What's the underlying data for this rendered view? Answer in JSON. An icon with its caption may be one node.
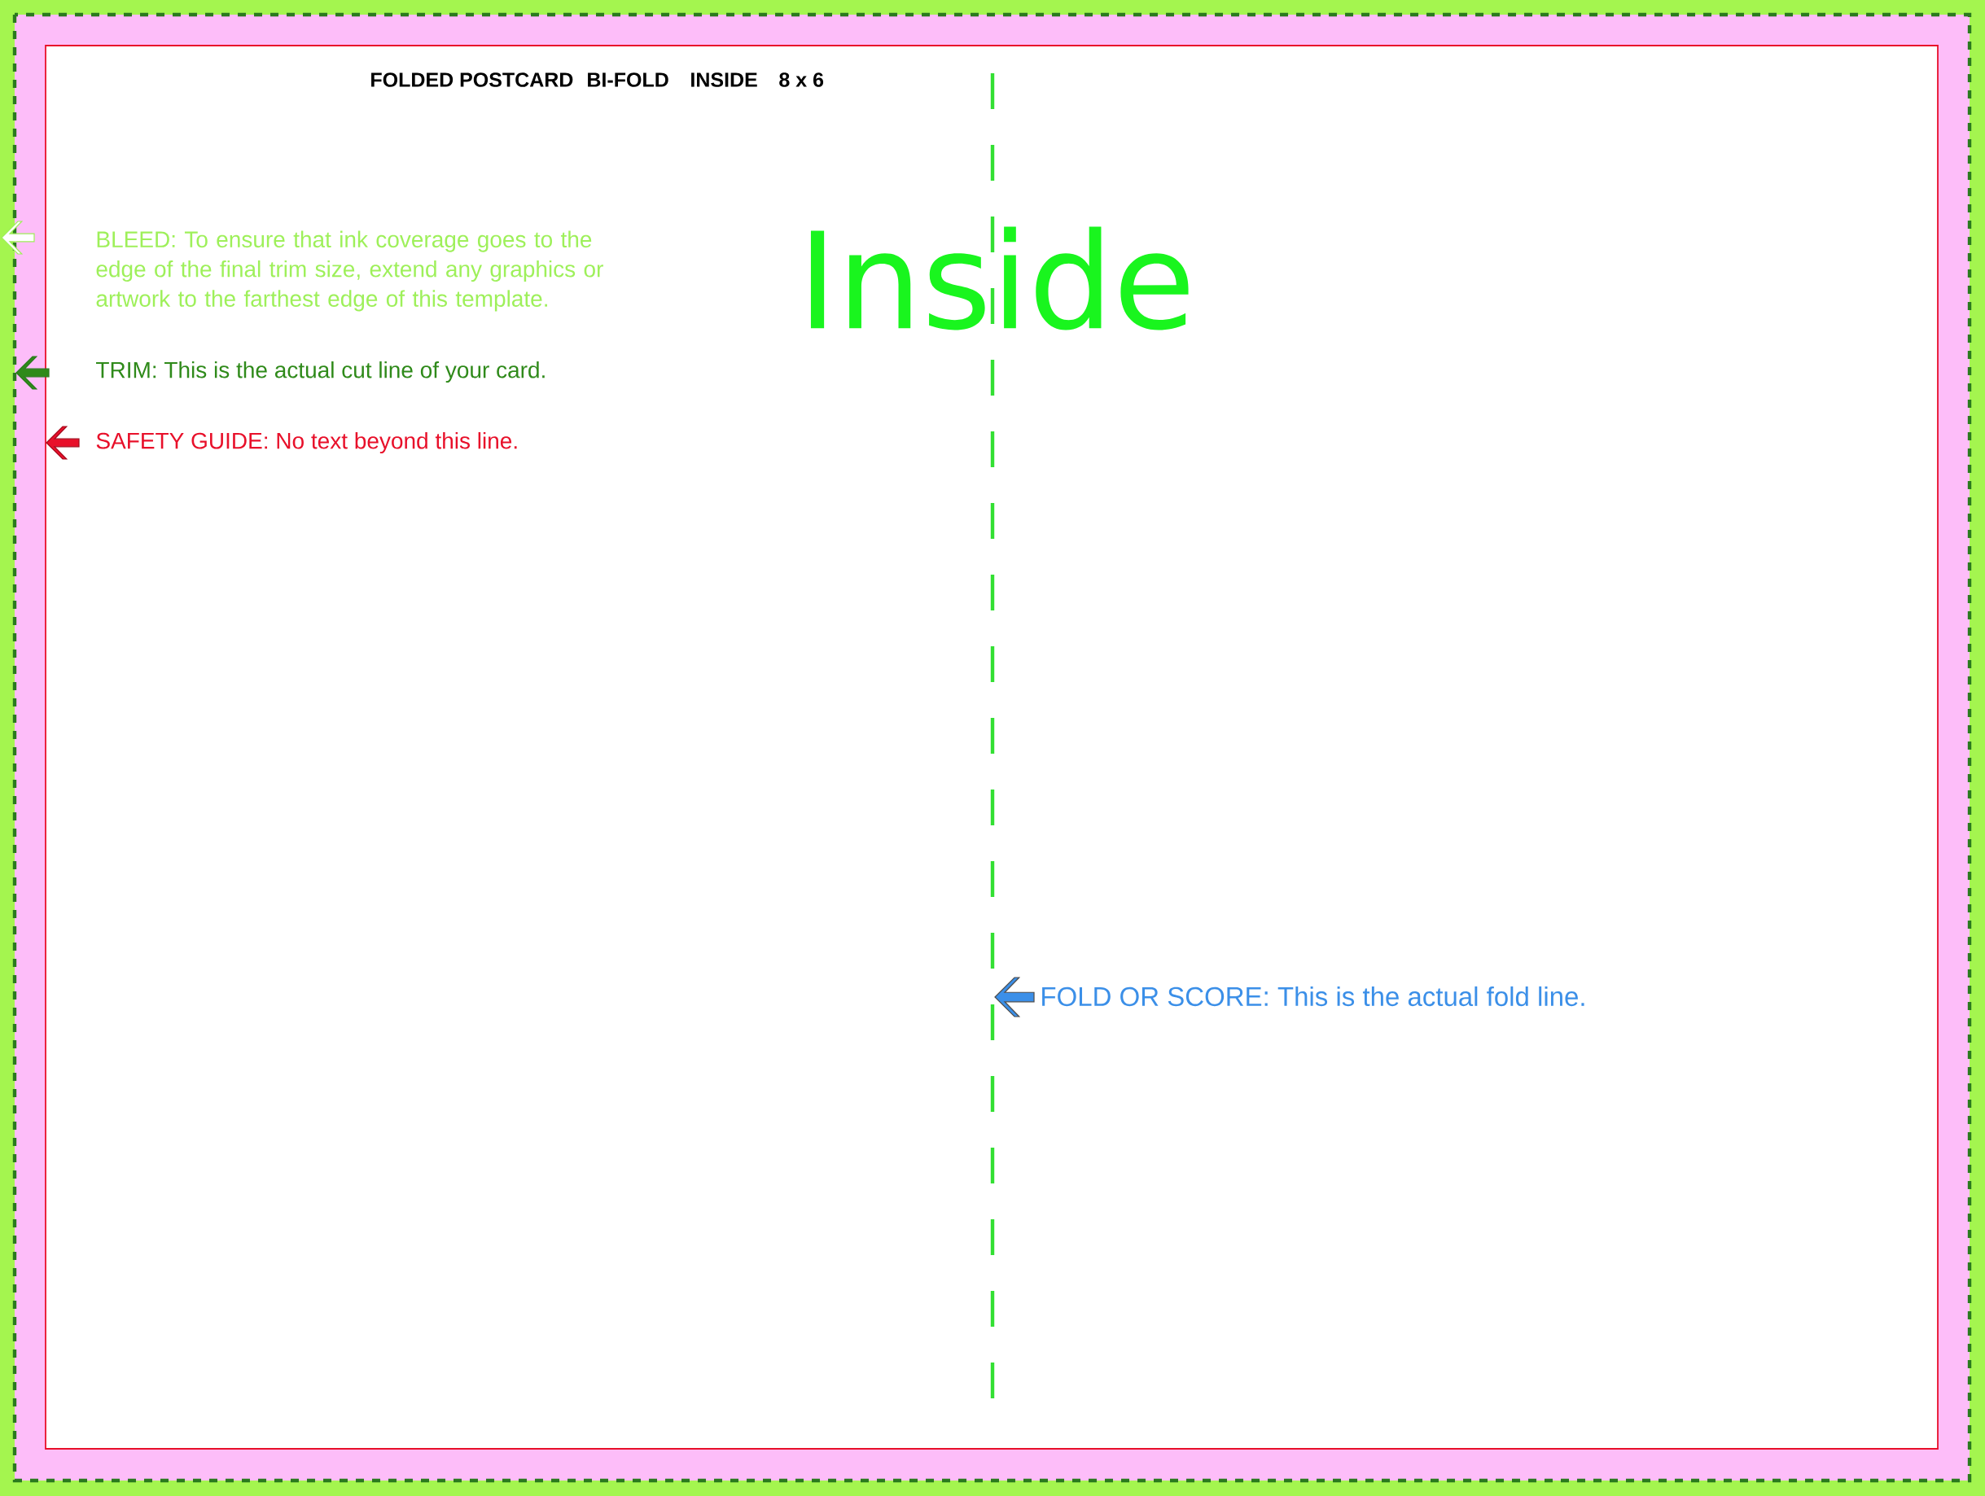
{
  "diagram": {
    "labels": [
      "FOLDED POSTCARD",
      "BI-FOLD",
      "INSIDE",
      "8 x 6",
      "BLEED: To ensure that ink coverage goes to the edge of the final trim size, extend any graphics or artwork to the farthest edge of this template.",
      "Inside",
      "TRIM: This is the actual cut line of your card.",
      "SAFETY GUIDE: No text beyond this line.",
      "FOLD OR SCORE: This is the actual fold line."
    ]
  }
}
